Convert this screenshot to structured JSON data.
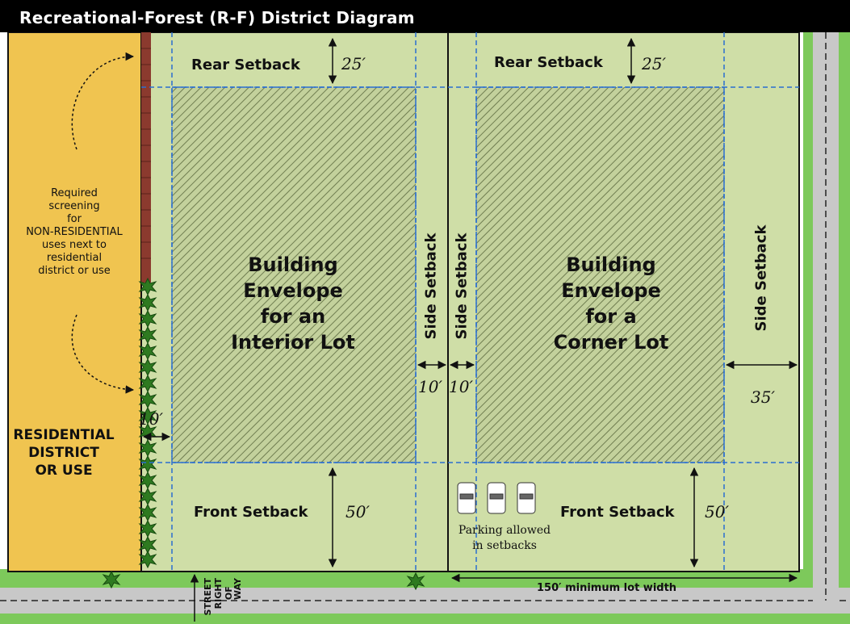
{
  "title": "Recreational-Forest (R-F) District Diagram",
  "residential": {
    "line1": "RESIDENTIAL",
    "line2": "DISTRICT",
    "line3": "OR USE"
  },
  "screening": {
    "line1": "Required",
    "line2": "screening",
    "line3": "for",
    "line4": "NON-RESIDENTIAL",
    "line5": "uses next to",
    "line6": "residential",
    "line7": "district or use"
  },
  "interior_lot": {
    "building": {
      "line1": "Building",
      "line2": "Envelope",
      "line3": "for an",
      "line4": "Interior Lot"
    },
    "rear_setback": "Rear Setback",
    "rear_dim": "25′",
    "front_setback": "Front Setback",
    "front_dim": "50′",
    "side_setback": "Side Setback",
    "side_dim": "10′",
    "left_dim": "10′"
  },
  "corner_lot": {
    "building": {
      "line1": "Building",
      "line2": "Envelope",
      "line3": "for a",
      "line4": "Corner Lot"
    },
    "rear_setback": "Rear Setback",
    "rear_dim": "25′",
    "front_setback": "Front Setback",
    "front_dim": "50′",
    "side_setback_left": "Side Setback",
    "side_dim_left": "10′",
    "side_setback_right": "Side Setback",
    "side_dim_right": "35′"
  },
  "parking": {
    "line1": "Parking allowed",
    "line2": "in setbacks"
  },
  "lot_width": "150′ minimum lot width",
  "street": {
    "line1": "STREET",
    "line2": "RIGHT",
    "line3": "OF WAY"
  },
  "colors": {
    "title_bar": "#000000",
    "lot": "#cfdea7",
    "residential": "#f0c450",
    "grass": "#7dc95b",
    "road": "#c8c8c8",
    "fence": "#8b3a2e",
    "envelope_hatch": "#6f7d50",
    "setback_line": "#2a6fd1",
    "shrub": "#2e7a20"
  }
}
